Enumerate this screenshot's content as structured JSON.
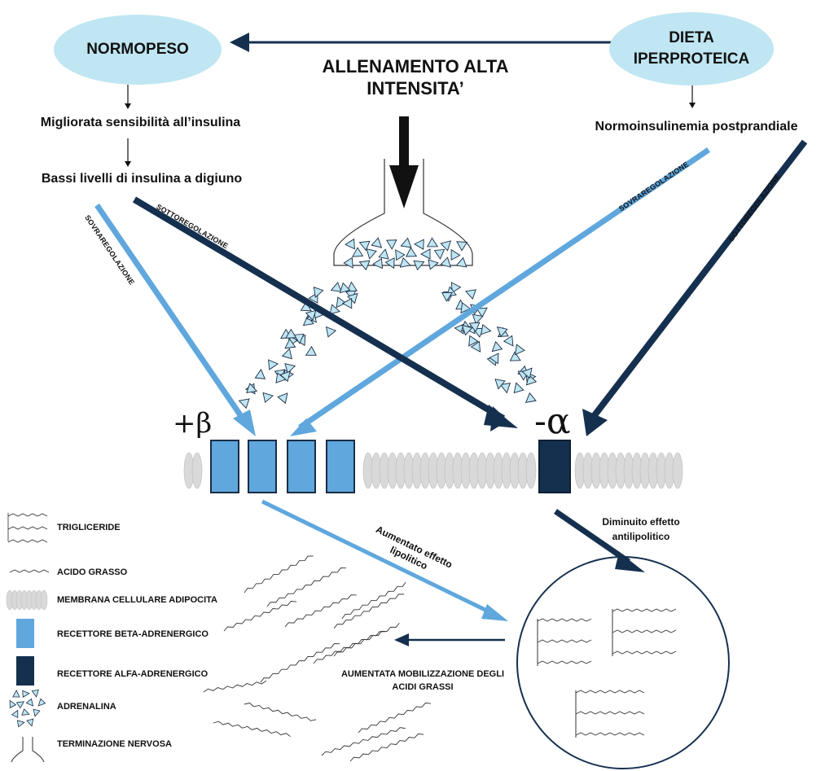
{
  "nodes": {
    "normopeso": "NORMOPESO",
    "dieta": "DIETA IPERPROTEICA",
    "allenamento": "ALLENAMENTO ALTA INTENSITA’",
    "sensibilita": "Migliorata sensibilità all’insulina",
    "bassi_livelli": "Bassi livelli di insulina a digiuno",
    "normoinsulinemia": "Normoinsulinemia postprandiale"
  },
  "arrow_labels": {
    "sovra_left": "SOVRAREGOLAZIONE",
    "sotto_left": "SOTTOREGOLAZIONE",
    "sovra_right": "SOVRAREGOLAZIONE",
    "sotto_right": "SOTTOREGOLAZIONE"
  },
  "receptors": {
    "beta_symbol": "+β",
    "alpha_symbol": "-α"
  },
  "effects": {
    "lipolitico": "Aumentato effetto lipolitico",
    "antilipolitico": "Diminuito effetto antilipolitico",
    "mobilizzazione": "AUMENTATA MOBILIZZAZIONE DEGLI ACIDI GRASSI"
  },
  "legend": [
    {
      "icon": "triglyceride-icon",
      "label": "TRIGLICERIDE"
    },
    {
      "icon": "fatty-acid-icon",
      "label": "ACIDO GRASSO"
    },
    {
      "icon": "membrane-icon",
      "label": "MEMBRANA CELLULARE ADIPOCITA"
    },
    {
      "icon": "beta-receptor-icon",
      "label": "RECETTORE BETA-ADRENERGICO"
    },
    {
      "icon": "alpha-receptor-icon",
      "label": "RECETTORE ALFA-ADRENERGICO"
    },
    {
      "icon": "adrenaline-icon",
      "label": "ADRENALINA"
    },
    {
      "icon": "nerve-ending-icon",
      "label": "TERMINAZIONE NERVOSA"
    }
  ],
  "colors": {
    "light_blue": "#5fa7dd",
    "dark_blue": "#15304f",
    "ellipse_fill": "#bfe6f2",
    "membrane": "#d9d9d9",
    "adrenaline_fill": "#bfe6f2"
  }
}
